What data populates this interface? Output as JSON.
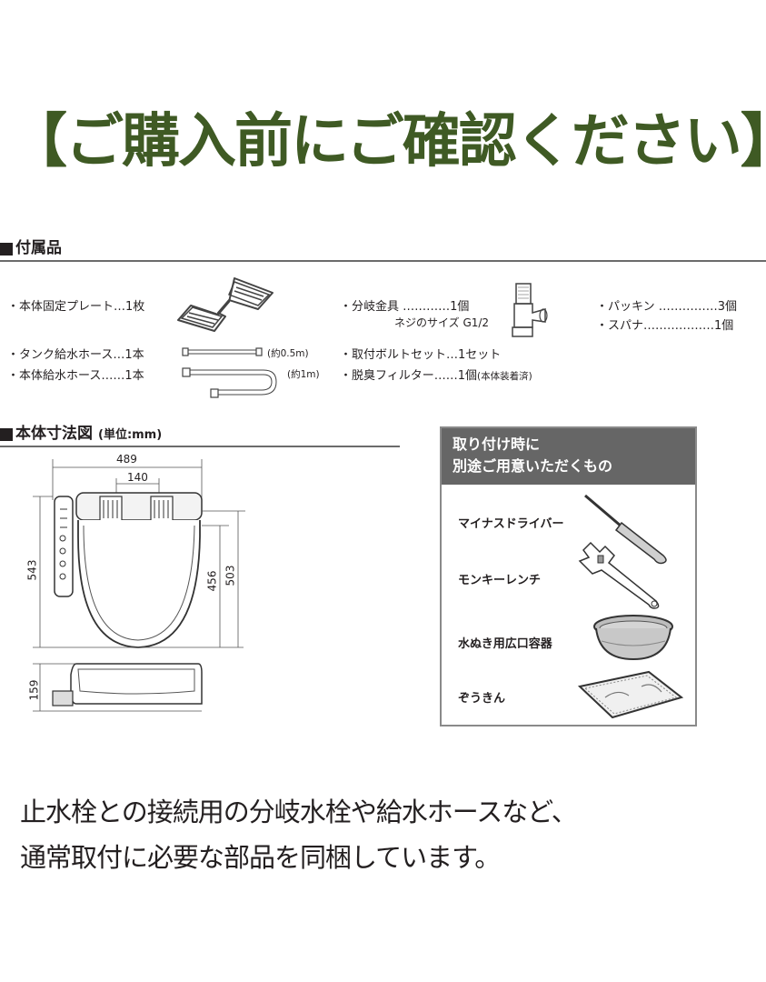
{
  "banner": {
    "title": "【ご購入前にご確認ください】",
    "color": "#3f5a24"
  },
  "accessories": {
    "heading": "付属品",
    "items": [
      {
        "label": "・本体固定プレート…1枚",
        "icon": "fixing-plate-icon"
      },
      {
        "label": "・タンク給水ホース…1本",
        "note": "(約0.5m)",
        "icon": "tank-hose-icon"
      },
      {
        "label": "・本体給水ホース……1本",
        "note": "(約1m)",
        "icon": "body-hose-icon"
      },
      {
        "label": "・分岐金具 …………1個",
        "sub": "ネジのサイズ G1/2",
        "icon": "branch-fitting-icon"
      },
      {
        "label": "・取付ボルトセット…1セット"
      },
      {
        "label": "・脱臭フィルター……1個",
        "note": "(本体装着済)"
      },
      {
        "label": "・パッキン ……………3個"
      },
      {
        "label": "・スパナ………………1個"
      }
    ]
  },
  "dimensions": {
    "heading": "本体寸法図",
    "unit": "(単位:mm)",
    "values": {
      "overall_width": "489",
      "hinge_spacing": "140",
      "overall_depth": "543",
      "seat_depth_a": "456",
      "seat_depth_b": "503",
      "height": "159"
    }
  },
  "tools": {
    "heading_line1": "取り付け時に",
    "heading_line2": "別途ご用意いただくもの",
    "header_color": "#666666",
    "items": [
      {
        "label": "マイナスドライバー",
        "icon": "screwdriver-icon"
      },
      {
        "label": "モンキーレンチ",
        "icon": "adjustable-wrench-icon"
      },
      {
        "label": "水ぬき用広口容器",
        "icon": "basin-icon"
      },
      {
        "label": "ぞうきん",
        "icon": "cloth-icon"
      }
    ]
  },
  "footer": {
    "line1": "止水栓との接続用の分岐水栓や給水ホースなど、",
    "line2": "通常取付に必要な部品を同梱しています。"
  }
}
